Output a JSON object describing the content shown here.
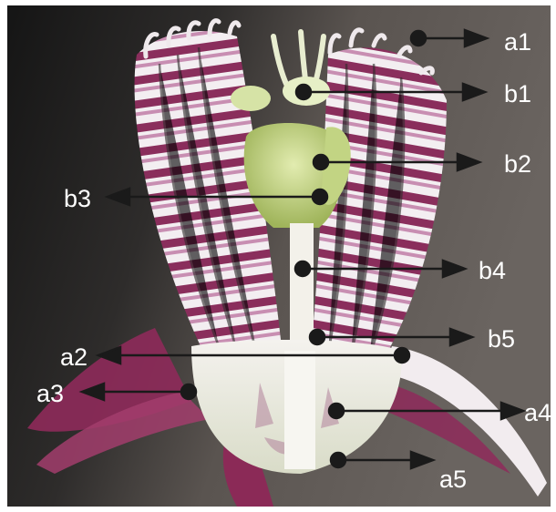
{
  "labels": {
    "a1": "a1",
    "b1": "b1",
    "b2": "b2",
    "b3": "b3",
    "b4": "b4",
    "b5": "b5",
    "a2": "a2",
    "a3": "a3",
    "a4": "a4",
    "a5": "a5"
  },
  "colors": {
    "background_dark": "#1c1b1a",
    "background_mid": "#57524e",
    "petal_magenta": "#8e2a5a",
    "filament_purple": "#b57fa6",
    "filament_white": "#f1eef0",
    "stamen_green": "#c9d98a",
    "stigma_pale": "#e7f0c4",
    "arrow": "#1a1a1a",
    "label_text": "#ffffff"
  }
}
